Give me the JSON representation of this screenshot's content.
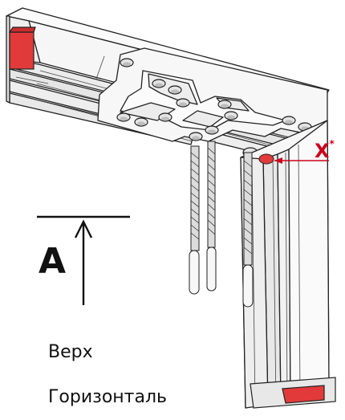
{
  "diagram": {
    "direction_letter": "A",
    "label_top": "Верх",
    "label_horizontal": "Горизонталь",
    "marker_label": "X",
    "marker_asterisk": "*",
    "colors": {
      "accent_red": "#d0021b",
      "seal_red": "#e23a3a",
      "outline": "#222222",
      "frame_face": "#f2f2f2"
    }
  }
}
